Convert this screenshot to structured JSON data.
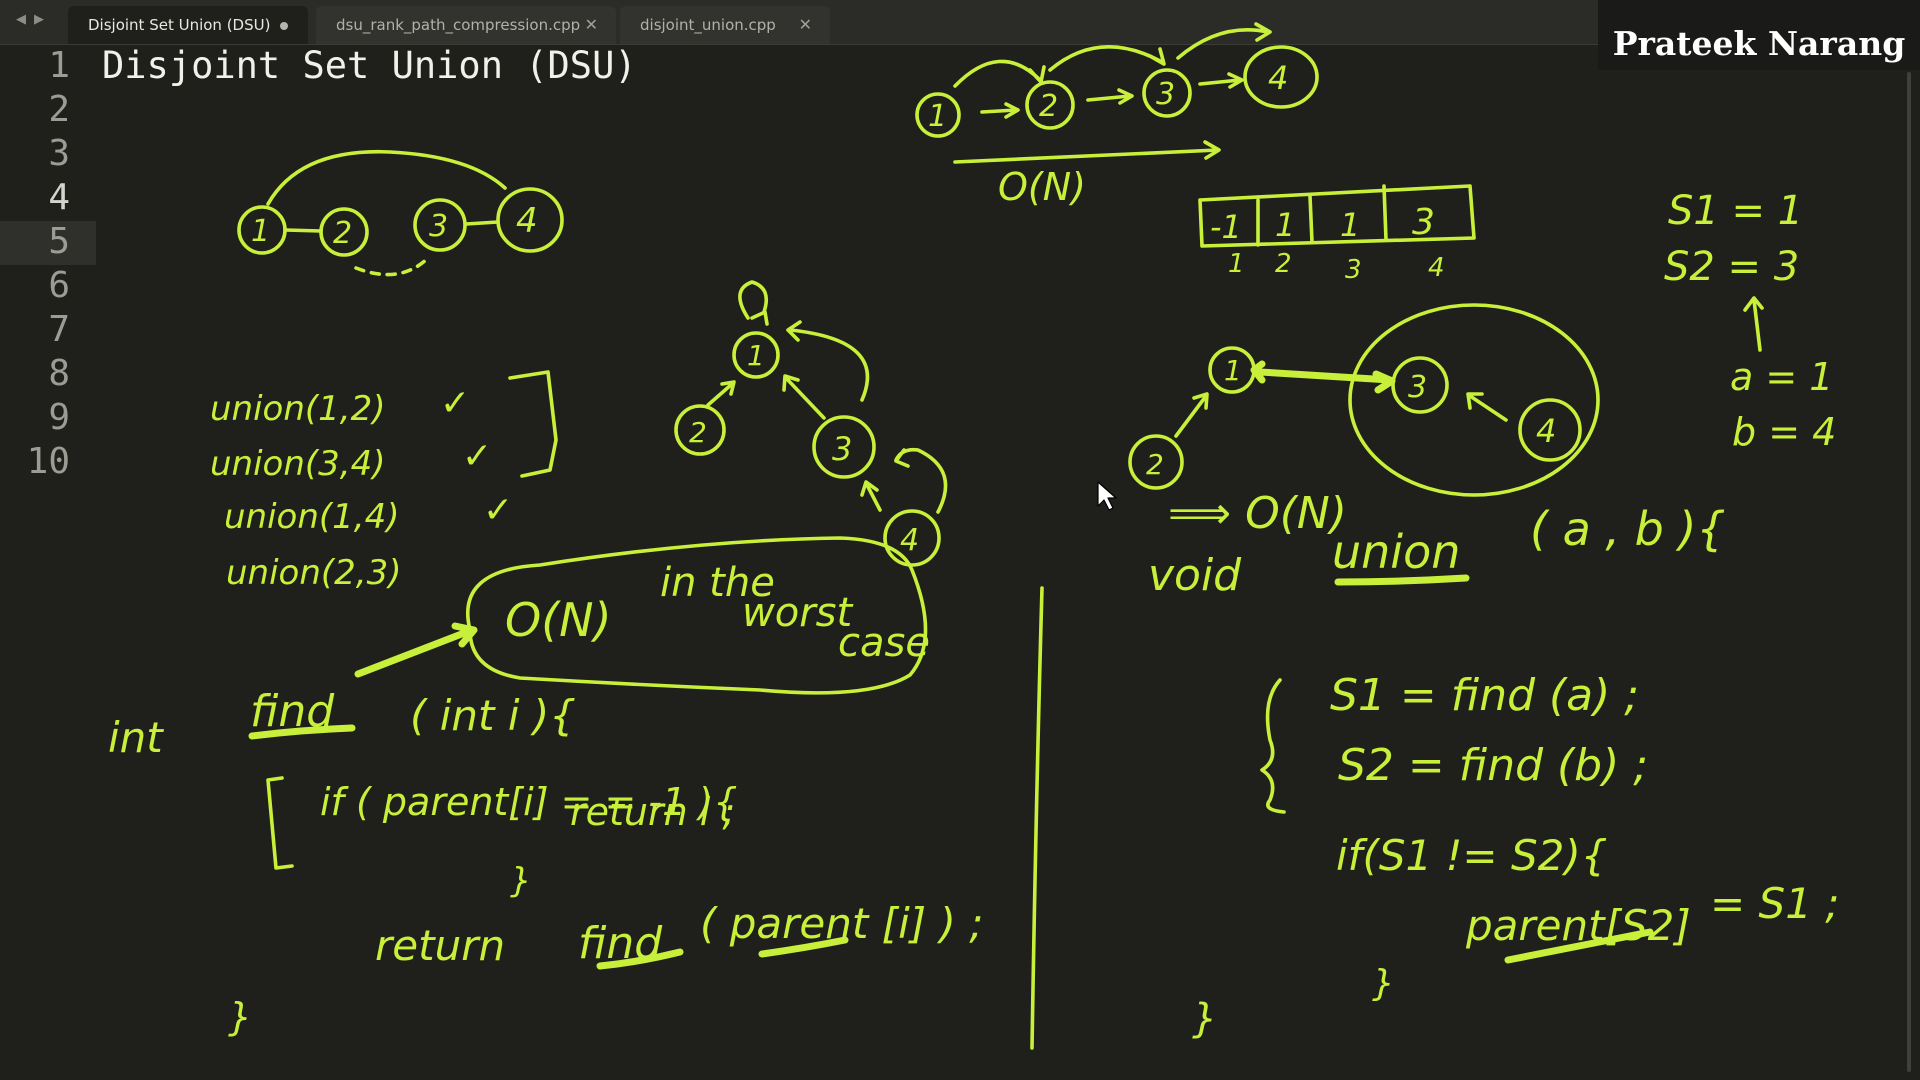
{
  "editor": {
    "nav": {
      "back": "◀",
      "forward": "▶"
    },
    "tabs": [
      {
        "label": "Disjoint Set Union (DSU)",
        "status": "modified",
        "marker": "●"
      },
      {
        "label": "dsu_rank_path_compression.cpp",
        "status": "saved",
        "marker": "✕"
      },
      {
        "label": "disjoint_union.cpp",
        "status": "saved",
        "marker": "✕"
      }
    ],
    "line_numbers": [
      "1",
      "2",
      "3",
      "4",
      "5",
      "6",
      "7",
      "8",
      "9",
      "10"
    ],
    "current_line": "4",
    "code_line_1": "Disjoint Set Union (DSU)",
    "presenter": "Prateek Narang"
  },
  "drawing": {
    "ink_color": "#c8f03a",
    "top_chain": {
      "nodes": [
        "1",
        "2",
        "3",
        "4"
      ]
    },
    "complexity_top": "O(N)",
    "parent_array": {
      "values": [
        "-1",
        "1",
        "1",
        "3"
      ],
      "indices": [
        "1",
        "2",
        "3",
        "4"
      ]
    },
    "size_notes": [
      "S1 = 1",
      "S2 = 3",
      "a = 1",
      "b = 4"
    ],
    "left_chain": {
      "nodes": [
        "1",
        "2",
        "3",
        "4"
      ]
    },
    "union_calls": [
      "union(1,2)",
      "union(3,4)",
      "union(1,4)",
      "union(2,3)"
    ],
    "checkmark": "✓",
    "tree_left": {
      "nodes": [
        "1",
        "2",
        "3",
        "4"
      ]
    },
    "worst_case": {
      "complexity": "O(N)",
      "text": [
        "in the",
        "worst",
        "case"
      ]
    },
    "find_code": {
      "signature": [
        "int",
        "find",
        "( int i ){"
      ],
      "if_line": "if ( parent[i] = = -1 ){",
      "return_i": "return i ;",
      "close_brace_inner": "}",
      "return_rec": [
        "return",
        "find",
        "( parent [i] ) ;"
      ],
      "close_brace_outer": "}"
    },
    "tree_right": {
      "nodes": [
        "1",
        "2",
        "3",
        "4"
      ]
    },
    "complexity_right": "⟹ O(N)",
    "union_code": {
      "signature": [
        "void",
        "union",
        "( a , b ){"
      ],
      "s1_line": "S1 = find (a) ;",
      "s2_line": "S2 = find (b) ;",
      "if_line": "if(S1 != S2){",
      "parent_line": [
        "parent[S2]",
        "= S1 ;"
      ],
      "close_inner": "}",
      "close_outer": "}"
    }
  }
}
